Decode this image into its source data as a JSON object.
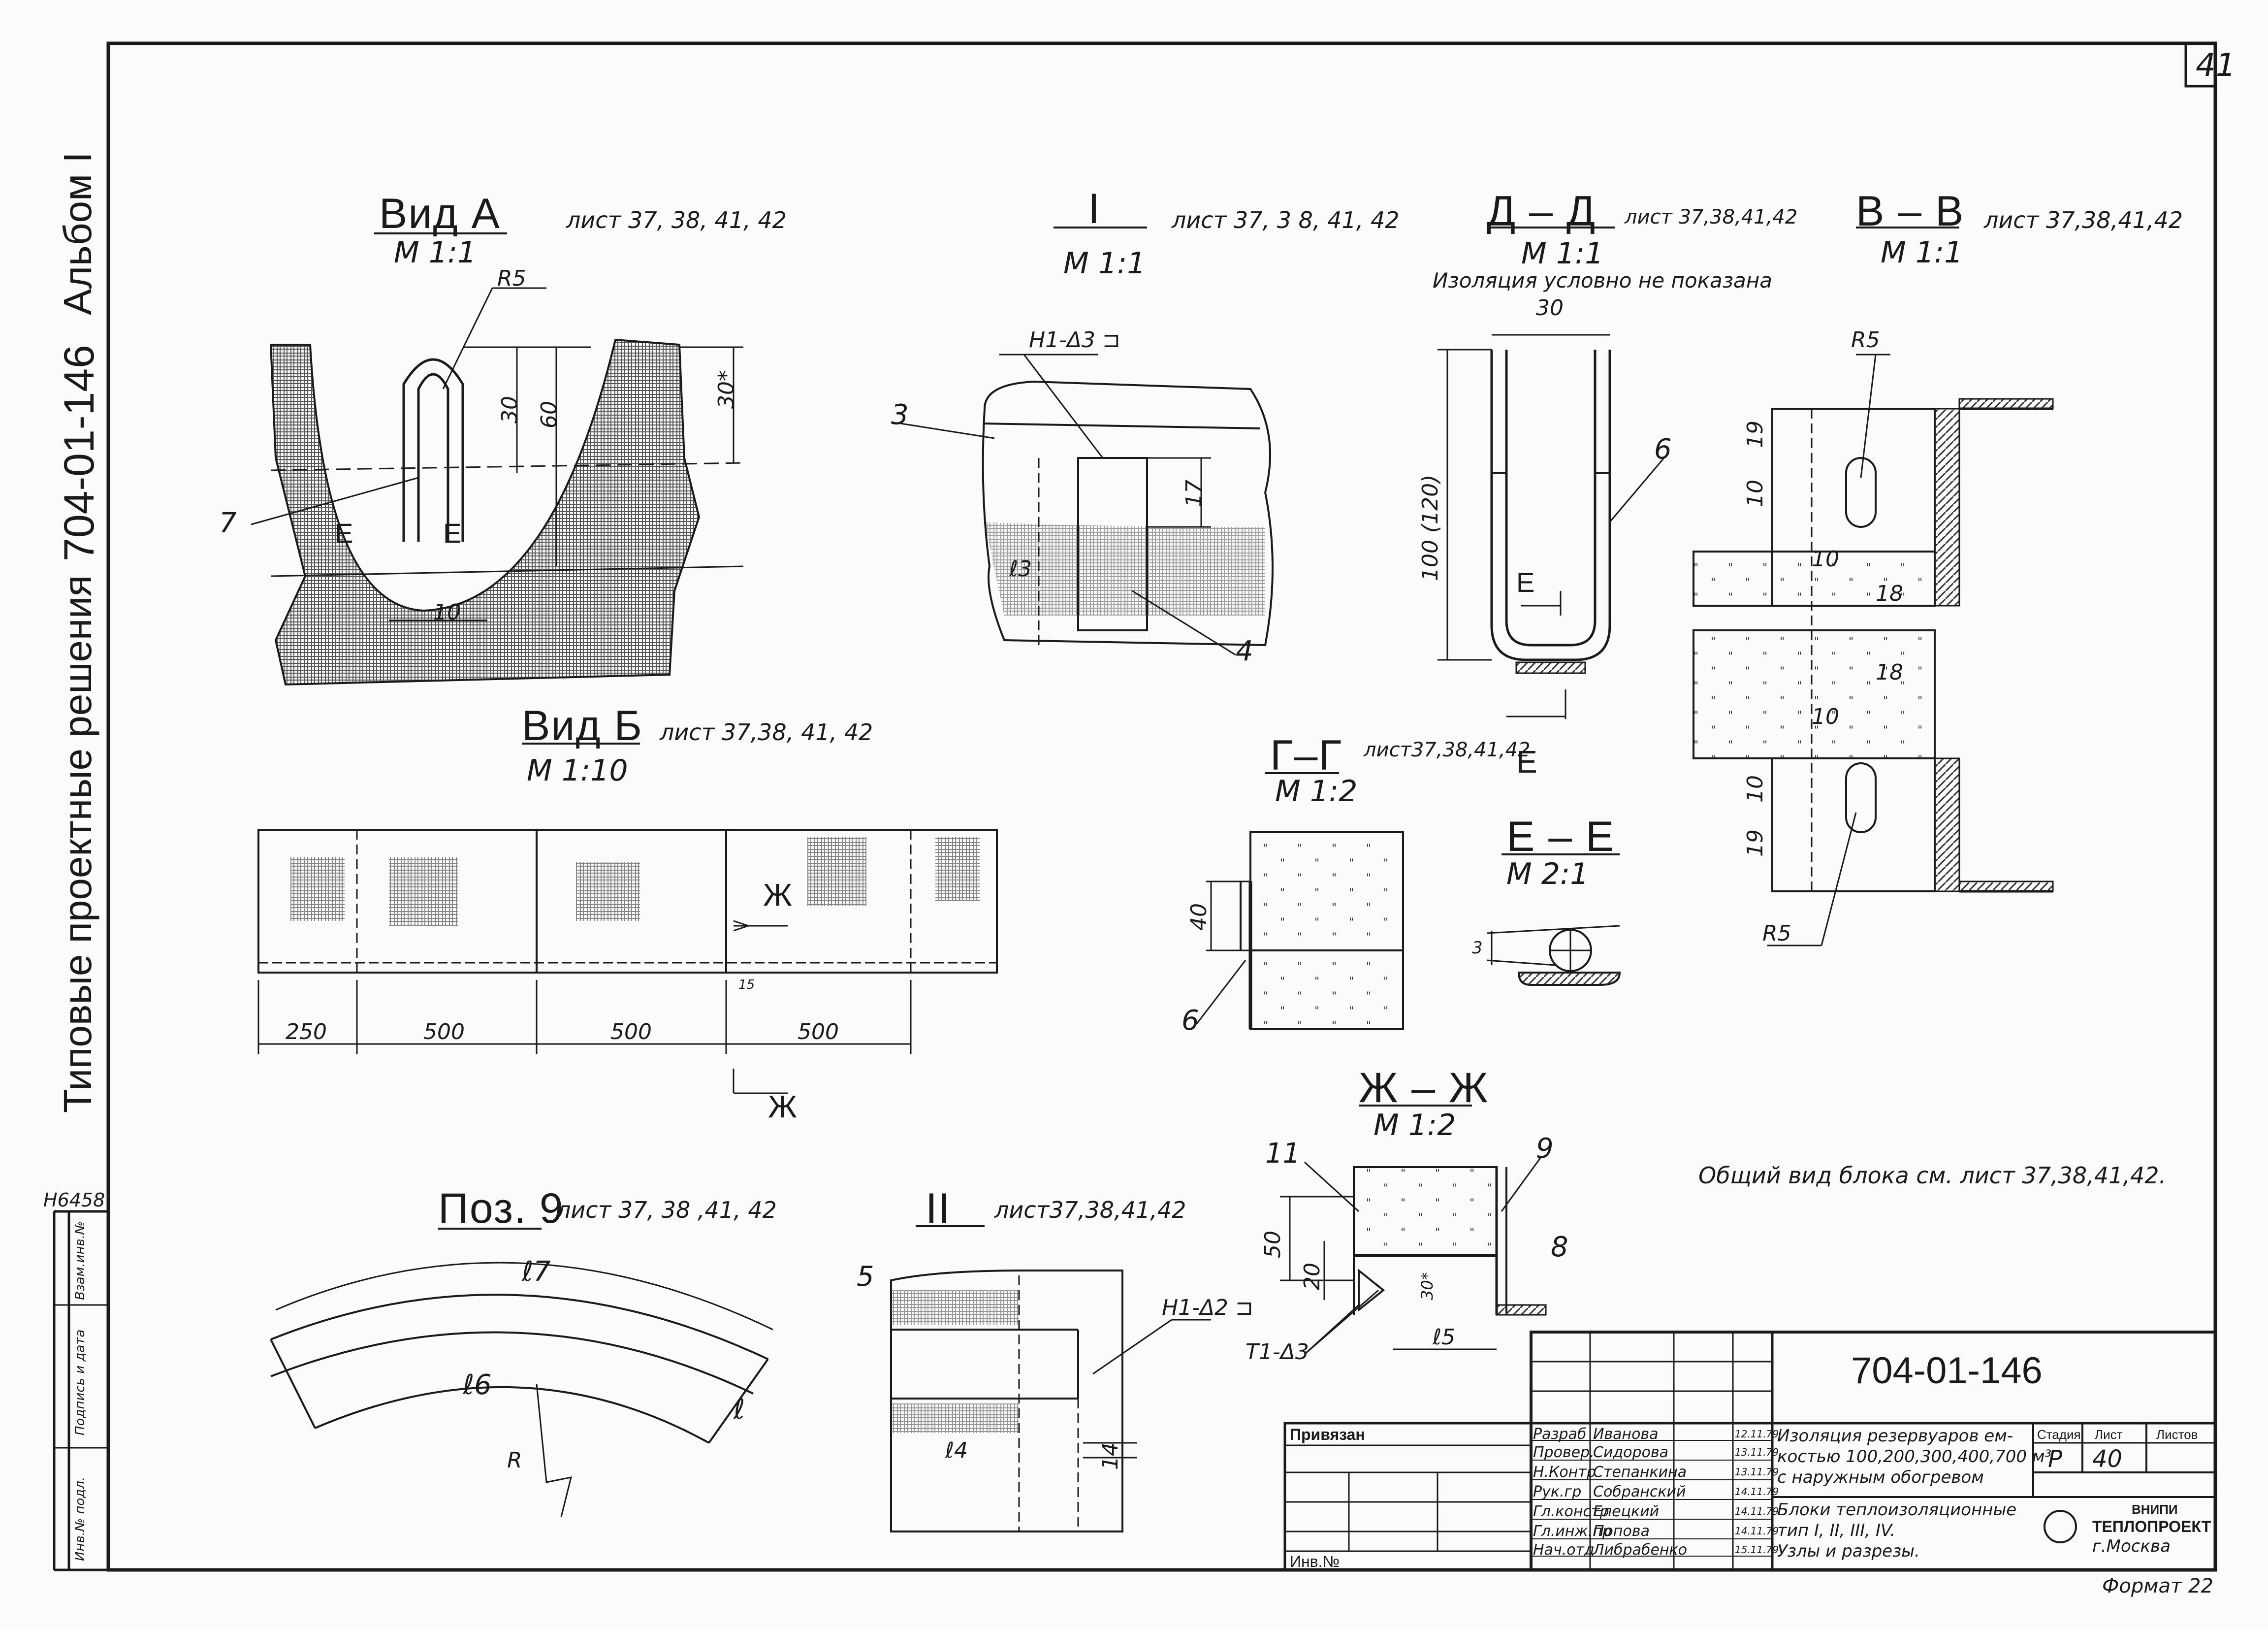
{
  "sheet": {
    "number": "41",
    "side_series": "Типовые проектные решения",
    "side_code": "704-01-146",
    "side_album": "Альбом I",
    "inv_number": "Н6458",
    "format": "Формат 22"
  },
  "views": {
    "vid_a": {
      "title": "Вид  А",
      "scale": "М 1:1",
      "ref": "лист 37, 38, 41, 42",
      "r": "R5",
      "d30": "30",
      "d60": "60",
      "d30s": "30*",
      "d10": "10",
      "pos": "7",
      "e1": "Е",
      "e2": "Е"
    },
    "view_i": {
      "title": "I",
      "scale": "М 1:1",
      "ref": "лист 37, 3 8, 41, 42",
      "weld": "Н1-Δ3 ⊐",
      "pos3": "3",
      "pos4": "4",
      "d17": "17",
      "l3": "ℓ3"
    },
    "d_d": {
      "title": "Д – Д",
      "scale": "М 1:1",
      "ref": "лист 37,38,41,42",
      "note": "Изоляция условно не показана",
      "d30": "30",
      "d100": "100 (120)",
      "pos6": "6",
      "e": "Е"
    },
    "v_v": {
      "title": "В – В",
      "scale": "М 1:1",
      "ref": "лист 37,38,41,42",
      "r_top": "R5",
      "r_bot": "R5",
      "d19a": "19",
      "d10a": "10",
      "d10b": "10",
      "d18a": "18",
      "d18b": "18",
      "d10c": "10",
      "d10d": "10",
      "d19b": "19"
    },
    "vid_b": {
      "title": "Вид  Б",
      "scale": "М 1:10",
      "ref": "лист 37,38, 41, 42",
      "cut": "Ж",
      "cut2": "Ж",
      "d15": "15",
      "dims": [
        "250",
        "500",
        "500",
        "500"
      ]
    },
    "g_g": {
      "title": "Г–Г",
      "scale": "М 1:2",
      "ref": "лист37,38,41,42",
      "e": "Е",
      "d40": "40",
      "pos6": "6"
    },
    "e_e": {
      "title": "Е – Е",
      "scale": "М 2:1",
      "d3": "3"
    },
    "zh_zh": {
      "title": "Ж – Ж",
      "scale": "М 1:2",
      "pos11": "11",
      "pos9": "9",
      "pos8": "8",
      "d50": "50",
      "d20": "20",
      "d30s": "30*",
      "l5": "ℓ5",
      "weld": "Т1-Δ3"
    },
    "poz9": {
      "title": "Поз. 9",
      "ref": "лист 37, 38 ,41, 42",
      "l7": "ℓ7",
      "l6": "ℓ6",
      "l": "ℓ",
      "r": "R"
    },
    "view_ii": {
      "title": "II",
      "ref": "лист37,38,41,42",
      "pos5": "5",
      "weld": "Н1-Δ2 ⊐",
      "l4": "ℓ4",
      "d14": "14"
    },
    "general_note": "Общий вид блока см. лист 37,38,41,42."
  },
  "title_block": {
    "code": "704-01-146",
    "tied_label": "Привязан",
    "inv_label": "Инв.№",
    "rows": [
      {
        "role": "Разраб",
        "name": "Иванова",
        "date": "12.11.79"
      },
      {
        "role": "Провер.",
        "name": "Сидорова",
        "date": "13.11.79"
      },
      {
        "role": "Н.Контр",
        "name": "Степанкина",
        "date": "13.11.79"
      },
      {
        "role": "Рук.гр",
        "name": "Собранский",
        "date": "14.11.79"
      },
      {
        "role": "Гл.констр",
        "name": "Елецкий",
        "date": "14.11.79"
      },
      {
        "role": "Гл.инж.пр",
        "name": "Попова",
        "date": "14.11.79"
      },
      {
        "role": "Нач.отд",
        "name": "Либрабенко",
        "date": "15.11.79"
      }
    ],
    "desc1": "Изоляция резервуаров ем-\nкостью 100,200,300,400,700 м³\nс наружным обогревом",
    "desc2": "Блоки теплоизоляционные\nтип I, II, III, IV.\nУзлы и разрезы.",
    "stage_label": "Стадия",
    "sheet_label": "Лист",
    "sheets_label": "Листов",
    "stage": "Р",
    "sheet_no": "40",
    "org1": "ВНИПИ",
    "org2": "ТЕПЛОПРОЕКТ",
    "org3": "г.Москва",
    "side_cols": [
      "Инв.№ подл.",
      "Подпись и дата",
      "Взам.инв.№"
    ]
  },
  "colors": {
    "ink": "#1a1a1a",
    "paper": "#fbfbf9"
  }
}
